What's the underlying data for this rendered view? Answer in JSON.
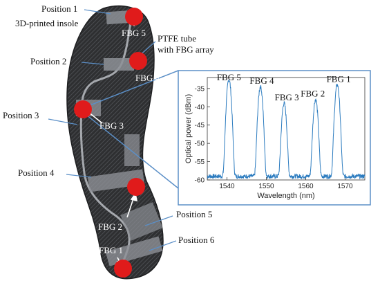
{
  "labels": {
    "position1": "Position 1",
    "insole": "3D-printed insole",
    "position2": "Position 2",
    "position3": "Position 3",
    "position4": "Position 4",
    "position5": "Position 5",
    "position6": "Position 6",
    "ptfe_line1": "PTFE tube",
    "ptfe_line2": "with FBG array"
  },
  "sensors": [
    {
      "id": "fbg5",
      "label": "FBG 5"
    },
    {
      "id": "fbg4",
      "label": "FBG 4"
    },
    {
      "id": "fbg3",
      "label": "FBG 3"
    },
    {
      "id": "fbg2",
      "label": "FBG 2"
    },
    {
      "id": "fbg1",
      "label": "FBG 1"
    }
  ],
  "colors": {
    "marker": "#e01b1b",
    "spectrum": "#2b7bbf",
    "callout": "#5b8fc7",
    "insole": "#2e2f31"
  },
  "chart_data": {
    "type": "line",
    "xlabel": "Wavelength (nm)",
    "ylabel": "Optical power (dBm)",
    "xlim": [
      1535,
      1575
    ],
    "ylim": [
      -60,
      -32
    ],
    "xticks": [
      1540,
      1550,
      1560,
      1570
    ],
    "yticks": [
      -35,
      -40,
      -45,
      -50,
      -55,
      -60
    ],
    "grid": false,
    "noise_floor": -59,
    "peaks": [
      {
        "name": "FBG 5",
        "x": 1540.5,
        "y": -32.5
      },
      {
        "name": "FBG 4",
        "x": 1548.5,
        "y": -34.5
      },
      {
        "name": "FBG 3",
        "x": 1554.5,
        "y": -39
      },
      {
        "name": "FBG 2",
        "x": 1562.5,
        "y": -38
      },
      {
        "name": "FBG 1",
        "x": 1568.0,
        "y": -34
      }
    ]
  }
}
